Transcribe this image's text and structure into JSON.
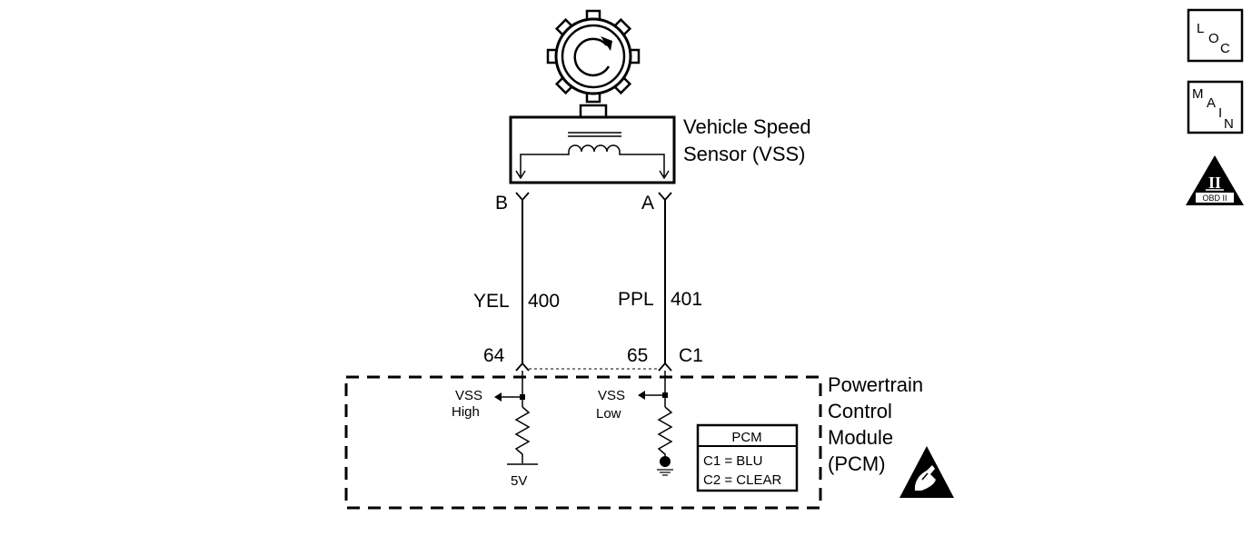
{
  "sensor": {
    "title_line1": "Vehicle Speed",
    "title_line2": "Sensor (VSS)",
    "terminal_b": "B",
    "terminal_a": "A"
  },
  "wires": {
    "left": {
      "color": "YEL",
      "circuit": "400",
      "pin": "64"
    },
    "right": {
      "color": "PPL",
      "circuit": "401",
      "pin": "65"
    },
    "connector": "C1"
  },
  "pcm": {
    "name_line1": "Powertrain",
    "name_line2": "Control",
    "name_line3": "Module",
    "name_line4": "(PCM)",
    "vss_high_line1": "VSS",
    "vss_high_line2": "High",
    "vss_low_line1": "VSS",
    "vss_low_line2": "Low",
    "voltage_label": "5V",
    "legend": {
      "title": "PCM",
      "row1": "C1 = BLU",
      "row2": "C2 = CLEAR"
    }
  },
  "nav_icons": {
    "loc": [
      "L",
      "O",
      "C"
    ],
    "main": [
      "M",
      "A",
      "I",
      "N"
    ],
    "obd_symbol": "II",
    "obd_label": "OBD II"
  }
}
